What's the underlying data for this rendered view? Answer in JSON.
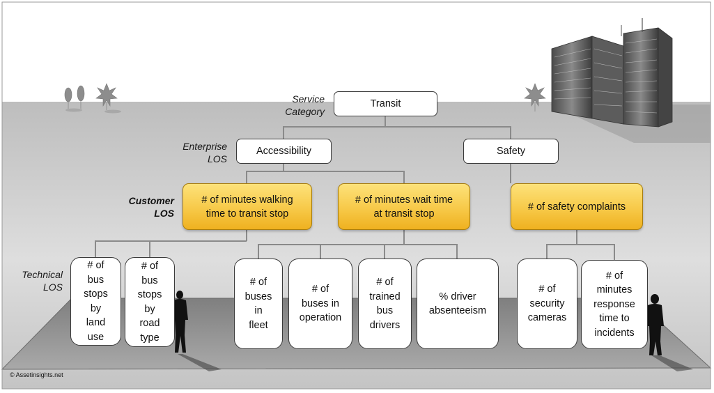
{
  "levels": {
    "service": "Service\nCategory",
    "enterprise": "Enterprise\nLOS",
    "customer": "Customer\nLOS",
    "technical": "Technical\nLOS"
  },
  "service_category": "Transit",
  "enterprise": {
    "accessibility": "Accessibility",
    "safety": "Safety"
  },
  "customer": {
    "walking": "# of minutes walking\ntime to transit stop",
    "wait": "# of minutes wait time\nat transit stop",
    "safety_complaints": "# of safety complaints"
  },
  "technical": {
    "bus_stops_land_use": "# of\nbus\nstops\nby\nland\nuse",
    "bus_stops_road_type": "# of\nbus\nstops\nby\nroad\ntype",
    "buses_in_fleet": "# of\nbuses\nin\nfleet",
    "buses_in_operation": "# of\nbuses in\noperation",
    "trained_drivers": "# of\ntrained\nbus\ndrivers",
    "driver_absenteeism": "% driver\nabsenteeism",
    "security_cameras": "# of\nsecurity\ncameras",
    "response_time": "# of\nminutes\nresponse\ntime to\nincidents"
  },
  "copyright": "© Assetinsights.net"
}
